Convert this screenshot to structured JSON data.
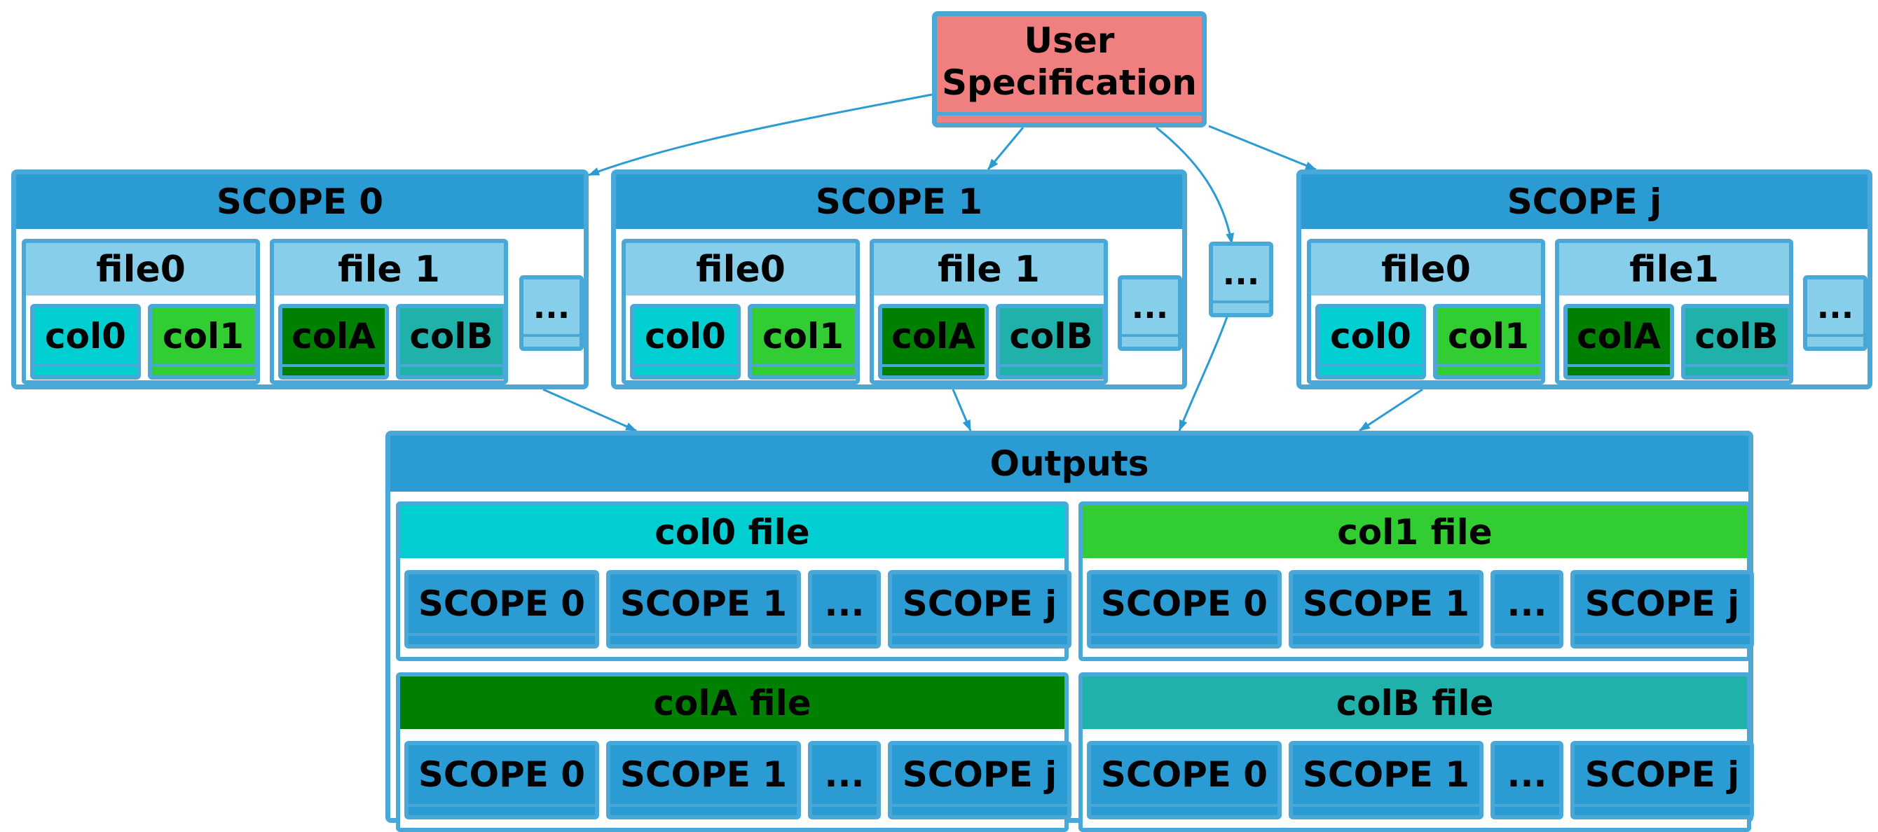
{
  "user_spec": {
    "title": "User\nSpecification"
  },
  "colors": {
    "user_spec": "#f08080",
    "header": "#2b9bd3",
    "file_header": "#87ceeb",
    "border": "#4aa8d8",
    "col0": "#00ced1",
    "col1": "#32cd32",
    "colA": "#008000",
    "colB": "#20b2aa"
  },
  "scopes": [
    {
      "title": "SCOPE 0",
      "files": [
        {
          "name": "file0",
          "cols": [
            {
              "label": "col0",
              "color": "col0"
            },
            {
              "label": "col1",
              "color": "col1"
            }
          ]
        },
        {
          "name": "file 1",
          "cols": [
            {
              "label": "colA",
              "color": "colA"
            },
            {
              "label": "colB",
              "color": "colB"
            }
          ]
        }
      ],
      "more": "..."
    },
    {
      "title": "SCOPE 1",
      "files": [
        {
          "name": "file0",
          "cols": [
            {
              "label": "col0",
              "color": "col0"
            },
            {
              "label": "col1",
              "color": "col1"
            }
          ]
        },
        {
          "name": "file 1",
          "cols": [
            {
              "label": "colA",
              "color": "colA"
            },
            {
              "label": "colB",
              "color": "colB"
            }
          ]
        }
      ],
      "more": "..."
    },
    {
      "title": "SCOPE j",
      "files": [
        {
          "name": "file0",
          "cols": [
            {
              "label": "col0",
              "color": "col0"
            },
            {
              "label": "col1",
              "color": "col1"
            }
          ]
        },
        {
          "name": "file1",
          "cols": [
            {
              "label": "colA",
              "color": "colA"
            },
            {
              "label": "colB",
              "color": "colB"
            }
          ]
        }
      ],
      "more": "..."
    }
  ],
  "middle_more": "...",
  "outputs": {
    "title": "Outputs",
    "groups": [
      {
        "title": "col0 file",
        "color": "col0",
        "items": [
          "SCOPE 0",
          "SCOPE 1",
          "...",
          "SCOPE j"
        ]
      },
      {
        "title": "col1 file",
        "color": "col1",
        "items": [
          "SCOPE 0",
          "SCOPE 1",
          "...",
          "SCOPE j"
        ]
      },
      {
        "title": "colA file",
        "color": "colA",
        "items": [
          "SCOPE 0",
          "SCOPE 1",
          "...",
          "SCOPE j"
        ]
      },
      {
        "title": "colB file",
        "color": "colB",
        "items": [
          "SCOPE 0",
          "SCOPE 1",
          "...",
          "SCOPE j"
        ]
      }
    ]
  }
}
